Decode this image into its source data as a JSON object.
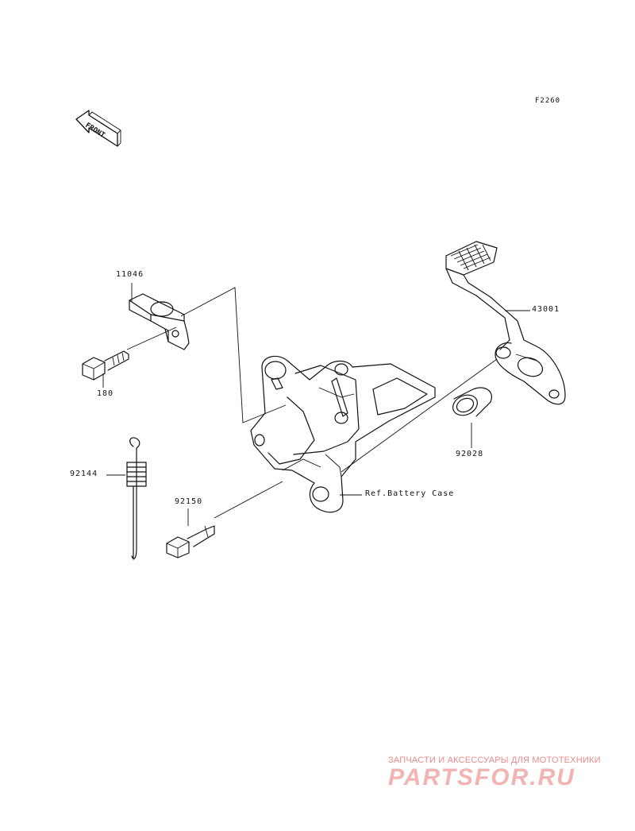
{
  "diagram": {
    "ref_code": "F2260",
    "front_label": "FRONT",
    "labels": {
      "part_11046": "11046",
      "part_180": "180",
      "part_92144": "92144",
      "part_92150": "92150",
      "part_43001": "43001",
      "part_92028": "92028",
      "ref_battery_case": "Ref.Battery Case"
    }
  },
  "watermark": {
    "tagline": "ЗАПЧАСТИ И АКСЕССУАРЫ ДЛЯ МОТОТЕХНИКИ",
    "logo": "PARTSFOR.RU",
    "color": "#e98a8a"
  }
}
